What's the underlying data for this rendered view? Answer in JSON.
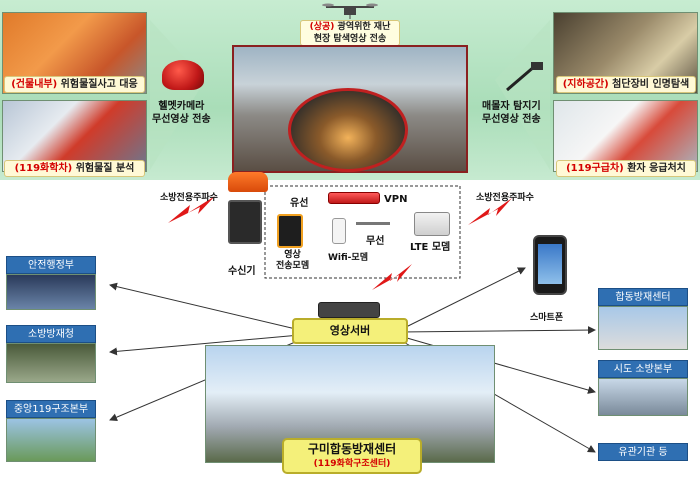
{
  "top": {
    "drone_caption_red": "(상공)",
    "drone_caption_rest": " 광역위한 재난",
    "drone_caption_line2": "현장 탐색영상 전송",
    "helmet_cam_line1": "헬멧카메라",
    "helmet_cam_line2": "무선영상 전송",
    "probe_line1": "매몰자 탐지기",
    "probe_line2": "무선영상 전송",
    "left_top_red": "(건물내부)",
    "left_top_rest": " 위험물질사고 대응",
    "left_bottom_red": "(119화학차)",
    "left_bottom_rest": " 위험물질 분석",
    "right_top_red": "(지하공간)",
    "right_top_rest": " 첨단장비 인명탐색",
    "right_bottom_red": "(119구급차)",
    "right_bottom_rest": " 환자 응급처치"
  },
  "middle": {
    "freq_left": "소방전용주파수",
    "freq_right": "소방전용주파수",
    "wired": "유선",
    "vpn": "VPN",
    "wireless": "무선",
    "receiver": "수신기",
    "video_modem_line1": "영상",
    "video_modem_line2": "전송모뎀",
    "wifi_modem": "Wifi-모뎀",
    "lte_modem": "LTE 모뎀",
    "smartphone": "스마트폰",
    "video_server": "영상서버"
  },
  "left_orgs": [
    {
      "label": "안전행정부"
    },
    {
      "label": "소방방재청"
    },
    {
      "label": "중앙119구조본부"
    }
  ],
  "right_orgs": [
    {
      "label": "합동방재센터"
    },
    {
      "label": "시도 소방본부"
    },
    {
      "label": "유관기관 등"
    }
  ],
  "center": {
    "title": "구미합동방재센터",
    "subtitle": "(119화학구조센터)"
  },
  "colors": {
    "accent_blue": "#2f6fb2",
    "highlight_yellow": "#f4f07a",
    "red_text": "#d40000",
    "green_band": "#a9ddb8"
  }
}
